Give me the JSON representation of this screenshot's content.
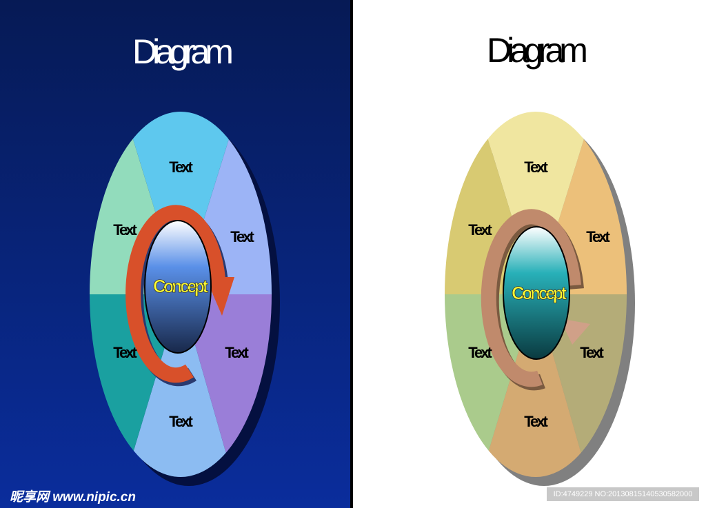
{
  "panels": [
    {
      "title": "Diagram",
      "center_label": "Concept",
      "segments": [
        "Text",
        "Text",
        "Text",
        "Text",
        "Text",
        "Text"
      ],
      "colors": {
        "background_top": "#061a55",
        "background_bottom": "#0a2a9a",
        "title": "#ffffff"
      }
    },
    {
      "title": "Diagram",
      "center_label": "Concept",
      "segments": [
        "Text",
        "Text",
        "Text",
        "Text",
        "Text",
        "Text"
      ],
      "colors": {
        "background": "#ffffff",
        "title": "#000000"
      }
    }
  ],
  "watermark": "昵享网 www.nipic.cn",
  "image_id": "ID:4749229 NO:20130815140530582000"
}
